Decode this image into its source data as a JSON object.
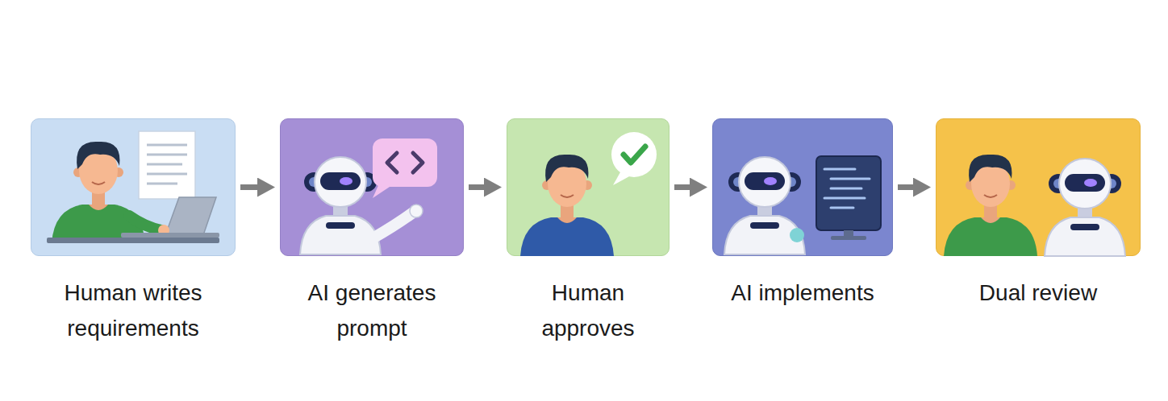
{
  "diagram": {
    "nodes": [
      {
        "text": [
          "Human writes requirements"
        ]
      },
      {
        "text": [
          "AI generates prompt"
        ]
      },
      {
        "text": [
          "Human approves"
        ]
      },
      {
        "text": [
          "AI implements"
        ]
      },
      {
        "text": [
          "Dual review"
        ]
      }
    ],
    "edges": [
      {
        "from": 0,
        "to": 1,
        "arrow": "to"
      },
      {
        "from": 1,
        "to": 2,
        "arrow": "to"
      },
      {
        "from": 2,
        "to": 3,
        "arrow": "to"
      },
      {
        "from": 3,
        "to": 4,
        "arrow": "to"
      }
    ]
  }
}
